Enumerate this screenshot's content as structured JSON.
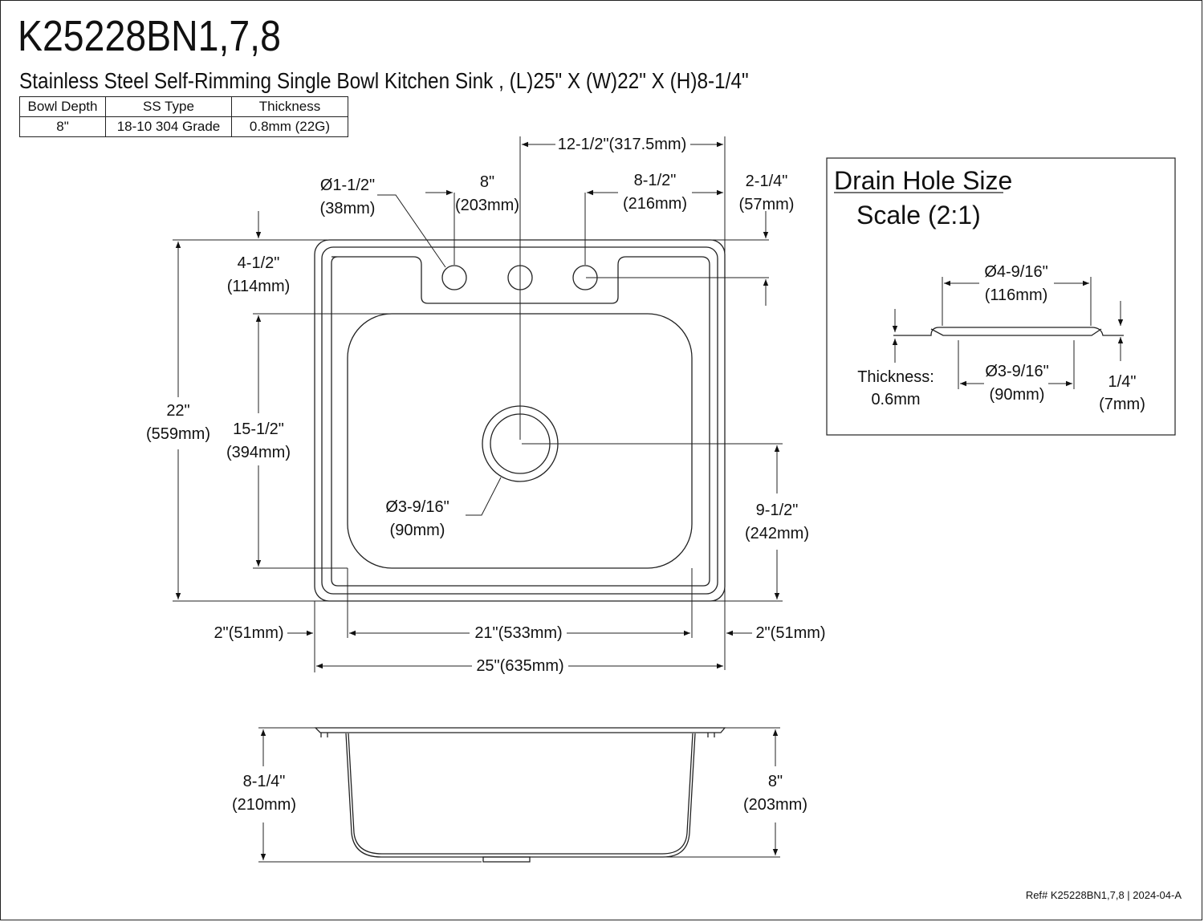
{
  "title": "K25228BN1,7,8",
  "subtitle": "Stainless Steel Self-Rimming Single Bowl Kitchen Sink , (L)25\" X (W)22\" X (H)8-1/4\"",
  "spec_table": {
    "headers": [
      "Bowl Depth",
      "SS Type",
      "Thickness"
    ],
    "values": [
      "8\"",
      "18-10 304 Grade",
      "0.8mm (22G)"
    ]
  },
  "dims": {
    "center_width": "12-1/2\"(317.5mm)",
    "faucet_hole_dia": [
      "Ø1-1/2\"",
      "(38mm)"
    ],
    "hole_spacing_8": [
      "8\"",
      "(203mm)"
    ],
    "hole_spacing_8_5": [
      "8-1/2\"",
      "(216mm)"
    ],
    "hole_edge": [
      "2-1/4\"",
      "(57mm)"
    ],
    "deck_depth": [
      "4-1/2\"",
      "(114mm)"
    ],
    "overall_width": [
      "22\"",
      "(559mm)"
    ],
    "bowl_width": [
      "15-1/2\"",
      "(394mm)"
    ],
    "drain_dia": [
      "Ø3-9/16\"",
      "(90mm)"
    ],
    "drain_offset": [
      "9-1/2\"",
      "(242mm)"
    ],
    "left_rim": "2\"(51mm)",
    "right_rim": "2\"(51mm)",
    "bowl_length": "21\"(533mm)",
    "overall_length": "25\"(635mm)",
    "overall_height": [
      "8-1/4\"",
      "(210mm)"
    ],
    "bowl_depth": [
      "8\"",
      "(203mm)"
    ]
  },
  "drain_box": {
    "title": "Drain Hole Size",
    "scale": "Scale (2:1)",
    "outer_dia": [
      "Ø4-9/16\"",
      "(116mm)"
    ],
    "inner_dia": [
      "Ø3-9/16\"",
      "(90mm)"
    ],
    "thickness": [
      "Thickness:",
      "0.6mm"
    ],
    "height": [
      "1/4\"",
      "(7mm)"
    ]
  },
  "reference": "Ref# K25228BN1,7,8 | 2024-04-A"
}
